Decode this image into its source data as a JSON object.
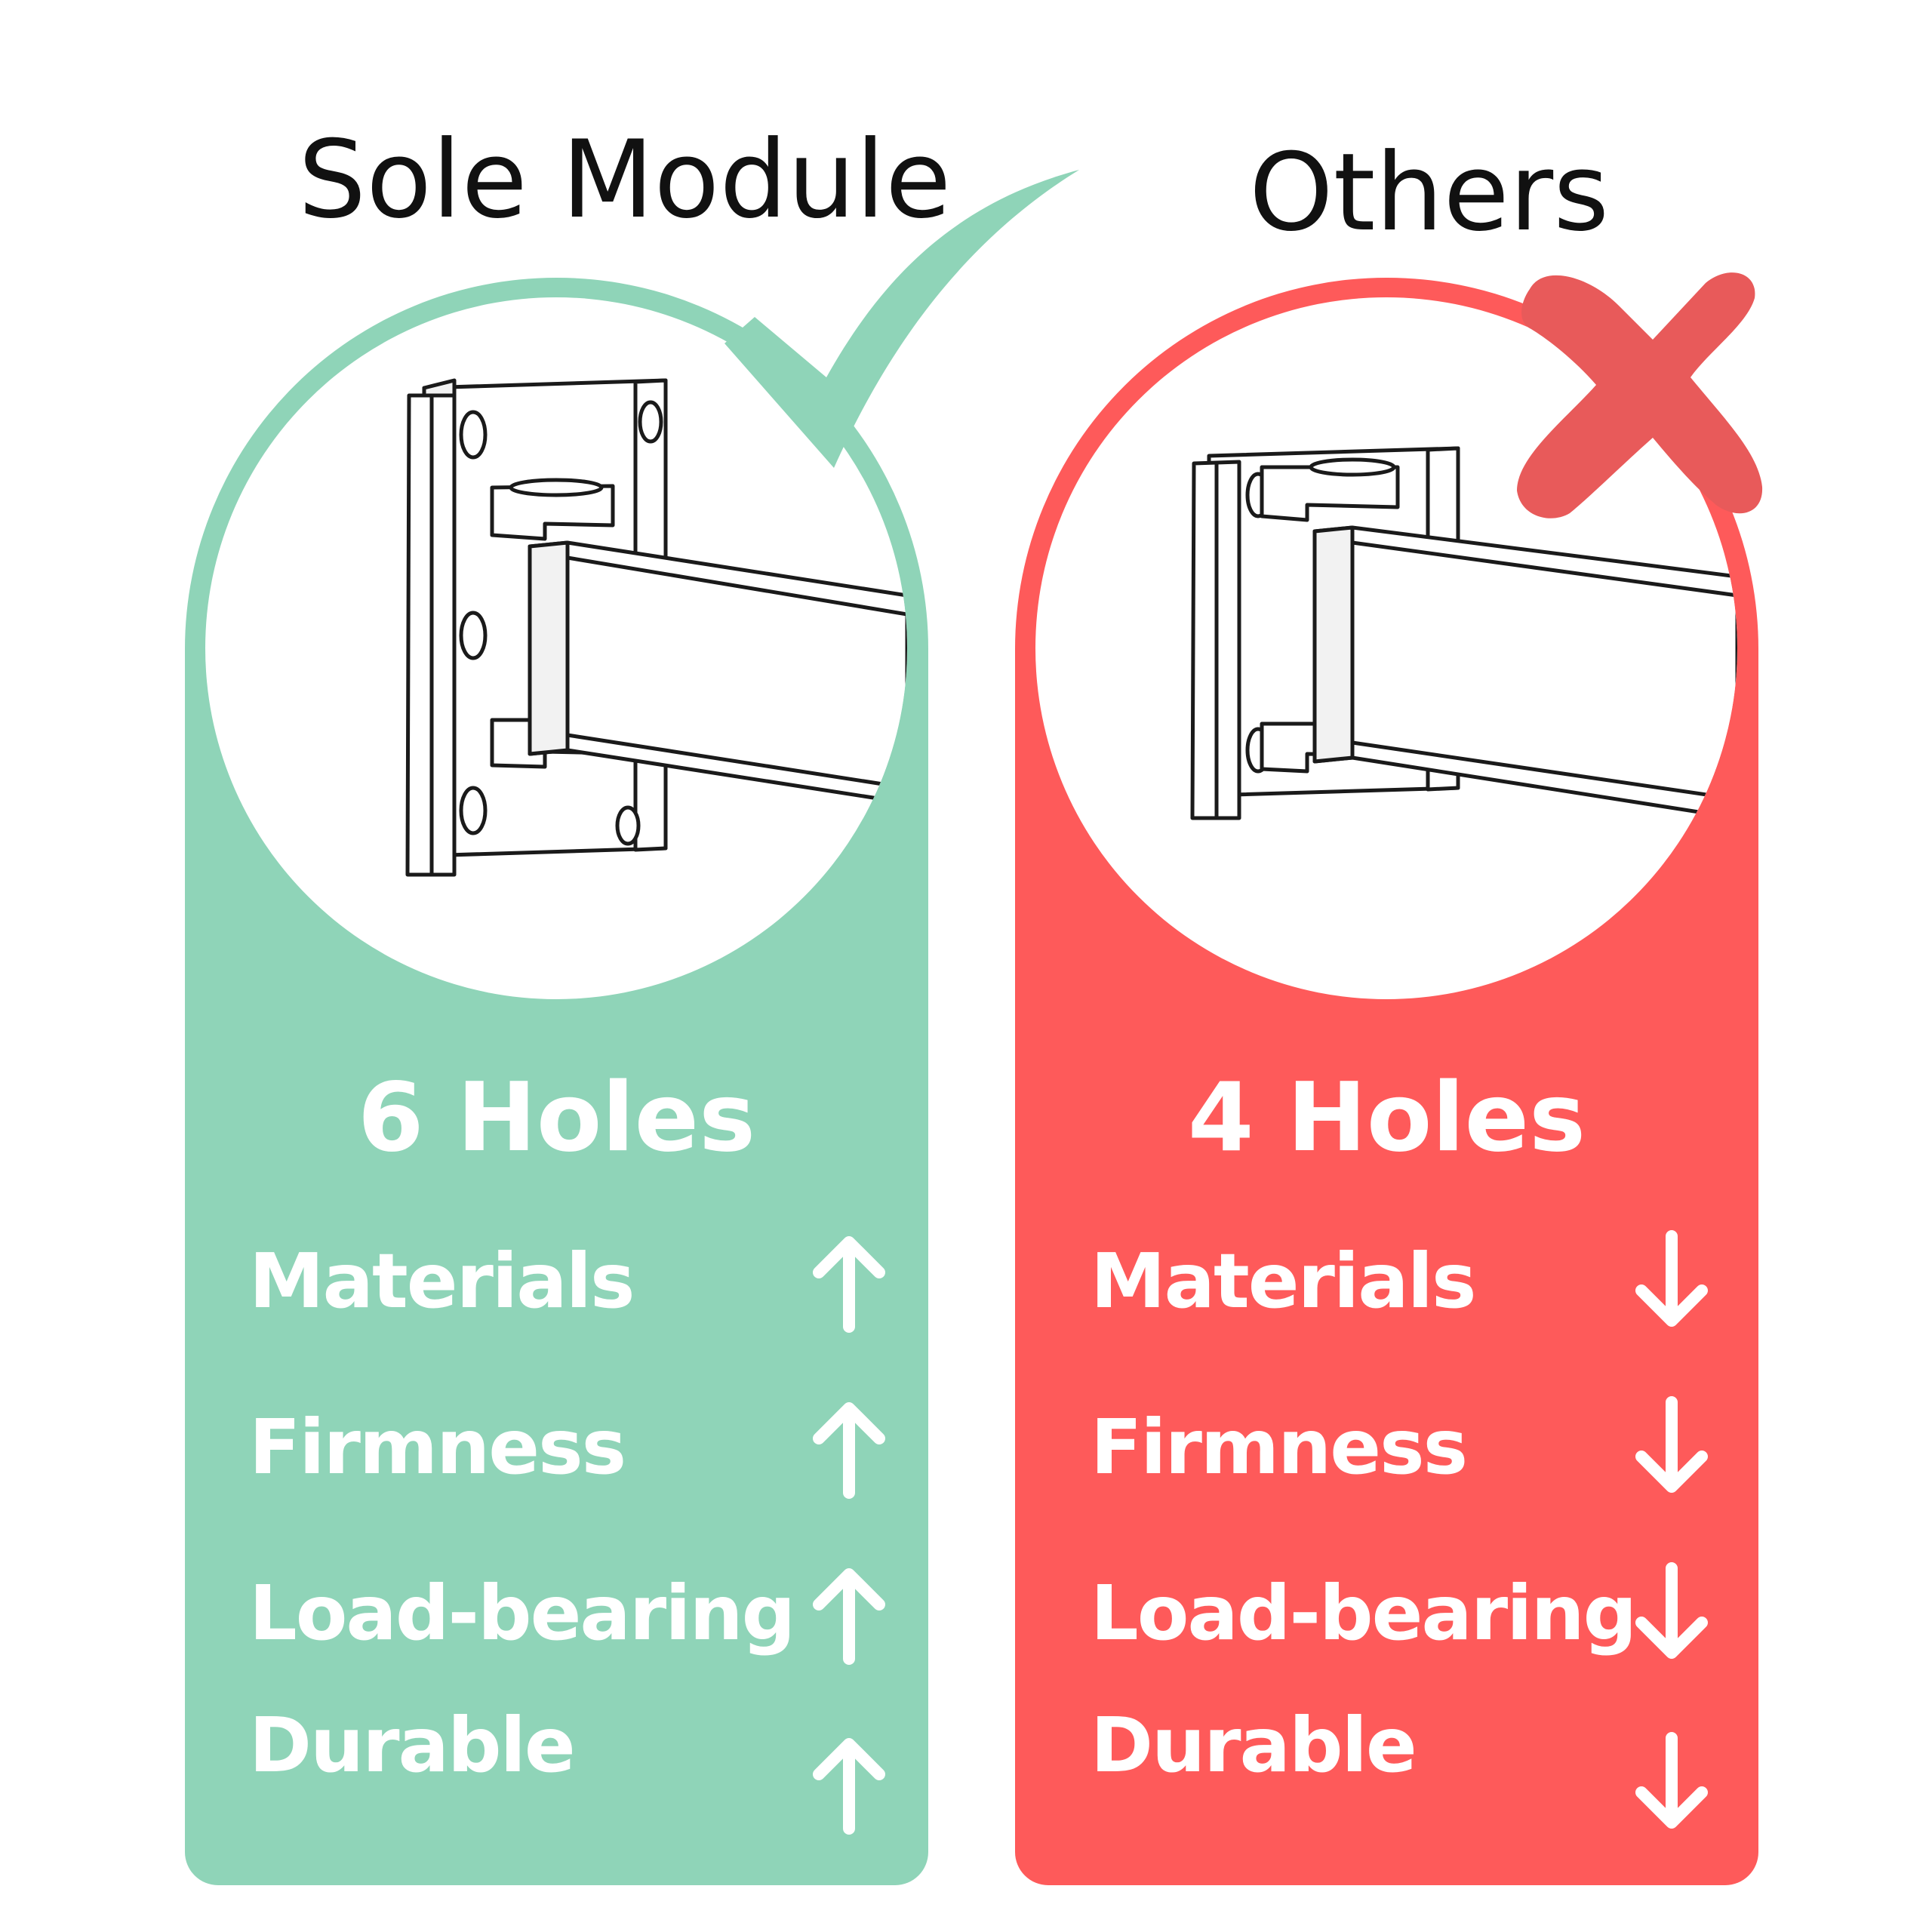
{
  "colors": {
    "good": "#8fd4b8",
    "bad": "#fe5a5a",
    "bad_mark": "#e85a5a"
  },
  "left": {
    "title": "Sole Module",
    "heading": "6 Holes",
    "features": [
      {
        "label": "Materials",
        "direction": "up"
      },
      {
        "label": "Firmness",
        "direction": "up"
      },
      {
        "label": "Load-bearing",
        "direction": "up"
      },
      {
        "label": "Durable",
        "direction": "up"
      }
    ],
    "mark_icon": "checkmark-icon",
    "drawing": "bracket-six-holes"
  },
  "right": {
    "title": "Others",
    "heading": "4 Holes",
    "features": [
      {
        "label": "Materials",
        "direction": "down"
      },
      {
        "label": "Firmness",
        "direction": "down"
      },
      {
        "label": "Load-bearing",
        "direction": "down"
      },
      {
        "label": "Durable",
        "direction": "down"
      }
    ],
    "mark_icon": "cross-icon",
    "drawing": "bracket-four-holes"
  }
}
